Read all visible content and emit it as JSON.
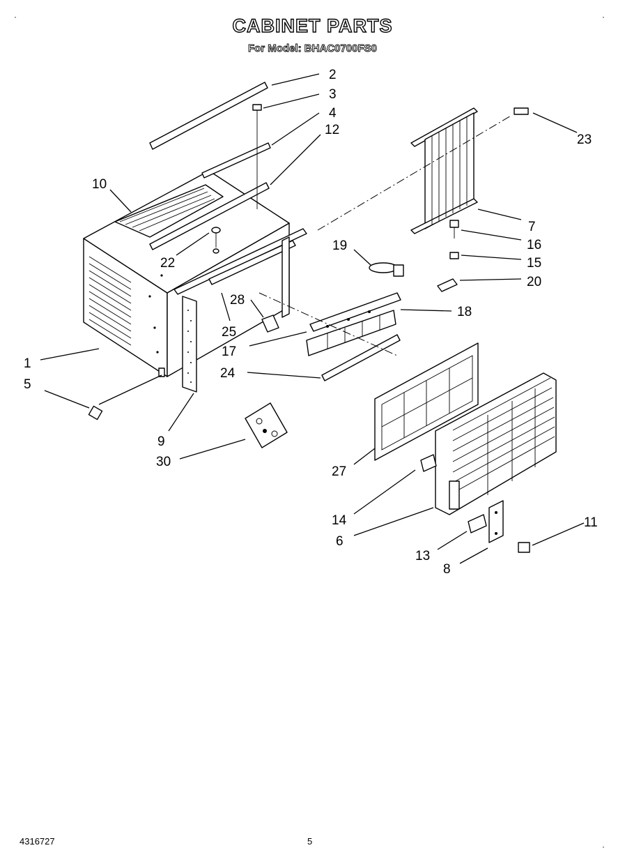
{
  "header": {
    "title": "CABINET PARTS",
    "subtitle": "For Model: BHAC0700FS0"
  },
  "footer": {
    "doc_number": "4316727",
    "page_number": "5"
  },
  "callouts": [
    {
      "id": "1",
      "label": "1"
    },
    {
      "id": "2",
      "label": "2"
    },
    {
      "id": "3",
      "label": "3"
    },
    {
      "id": "4",
      "label": "4"
    },
    {
      "id": "5",
      "label": "5"
    },
    {
      "id": "6",
      "label": "6"
    },
    {
      "id": "7",
      "label": "7"
    },
    {
      "id": "8",
      "label": "8"
    },
    {
      "id": "9",
      "label": "9"
    },
    {
      "id": "10",
      "label": "10"
    },
    {
      "id": "11",
      "label": "11"
    },
    {
      "id": "12",
      "label": "12"
    },
    {
      "id": "13",
      "label": "13"
    },
    {
      "id": "14",
      "label": "14"
    },
    {
      "id": "15",
      "label": "15"
    },
    {
      "id": "16",
      "label": "16"
    },
    {
      "id": "17",
      "label": "17"
    },
    {
      "id": "18",
      "label": "18"
    },
    {
      "id": "19",
      "label": "19"
    },
    {
      "id": "20",
      "label": "20"
    },
    {
      "id": "22",
      "label": "22"
    },
    {
      "id": "23",
      "label": "23"
    },
    {
      "id": "24",
      "label": "24"
    },
    {
      "id": "25",
      "label": "25"
    },
    {
      "id": "27",
      "label": "27"
    },
    {
      "id": "28",
      "label": "28"
    },
    {
      "id": "30",
      "label": "30"
    }
  ]
}
